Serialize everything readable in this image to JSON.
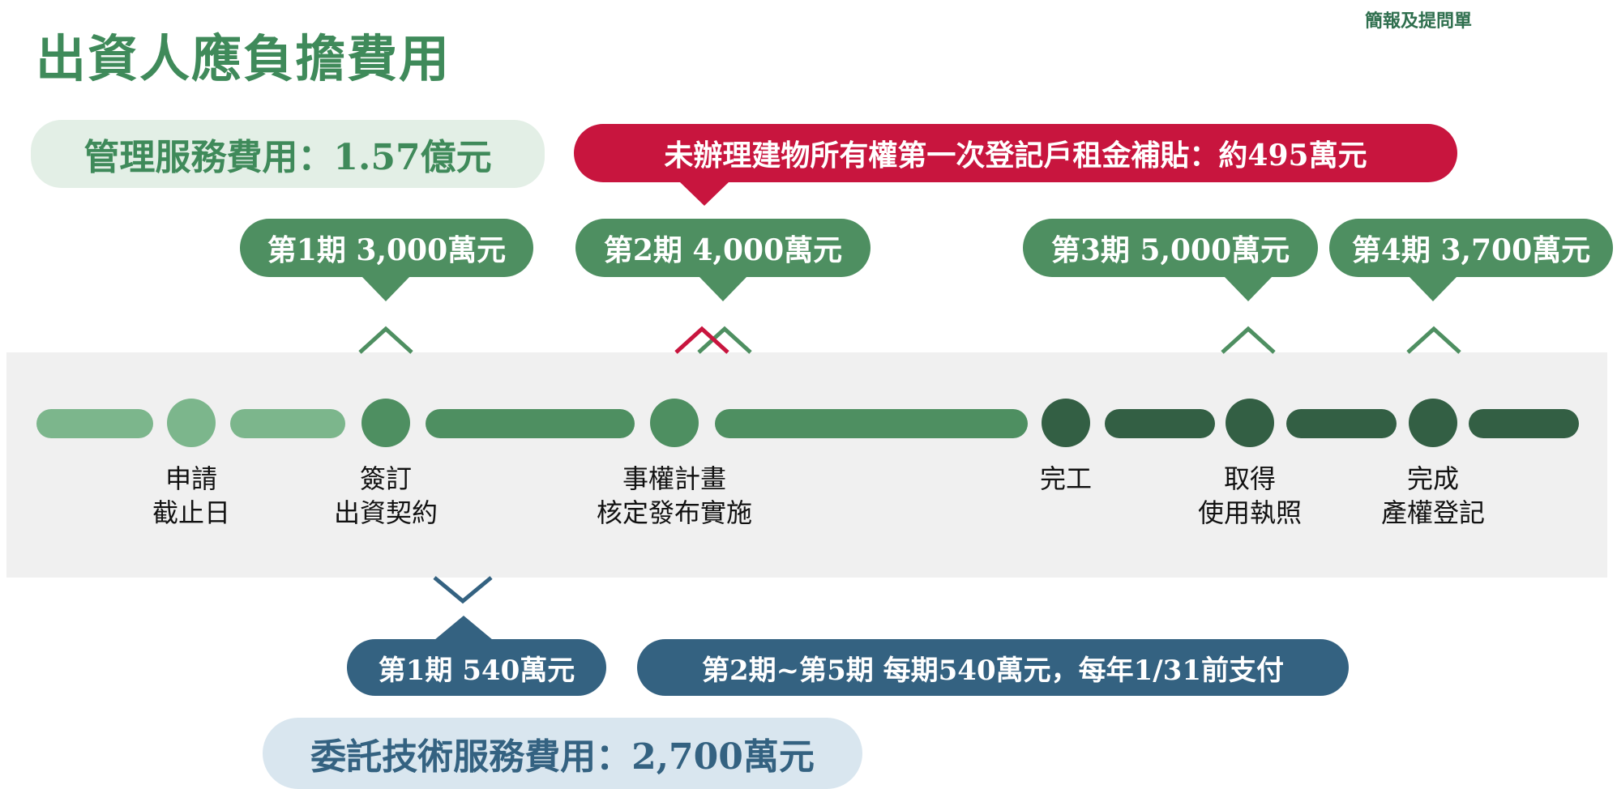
{
  "header": {
    "top_link": "簡報及提問單",
    "title": "出資人應負擔費用"
  },
  "management_fee": {
    "label": "管理服務費用：1.57億元"
  },
  "subsidy": {
    "label": "未辦理建物所有權第一次登記戶租金補貼：約495萬元"
  },
  "investor_installments": [
    {
      "label": "第1期 3,000萬元"
    },
    {
      "label": "第2期 4,000萬元"
    },
    {
      "label": "第3期 5,000萬元"
    },
    {
      "label": "第4期 3,700萬元"
    }
  ],
  "milestones": [
    {
      "line1": "申請",
      "line2": "截止日"
    },
    {
      "line1": "簽訂",
      "line2": "出資契約"
    },
    {
      "line1": "事權計畫",
      "line2": "核定發布實施"
    },
    {
      "line1": "完工",
      "line2": ""
    },
    {
      "line1": "取得",
      "line2": "使用執照"
    },
    {
      "line1": "完成",
      "line2": "產權登記"
    }
  ],
  "tech_installments": [
    {
      "label": "第1期 540萬元"
    },
    {
      "label": "第2期~第5期 每期540萬元，每年1/31前支付"
    }
  ],
  "tech_fee": {
    "label": "委託技術服務費用：2,700萬元"
  },
  "colors": {
    "light_green": "#7cb68c",
    "mid_green": "#4e8f61",
    "dark_green": "#335f44",
    "red": "#c8153e",
    "blue": "#346281"
  }
}
